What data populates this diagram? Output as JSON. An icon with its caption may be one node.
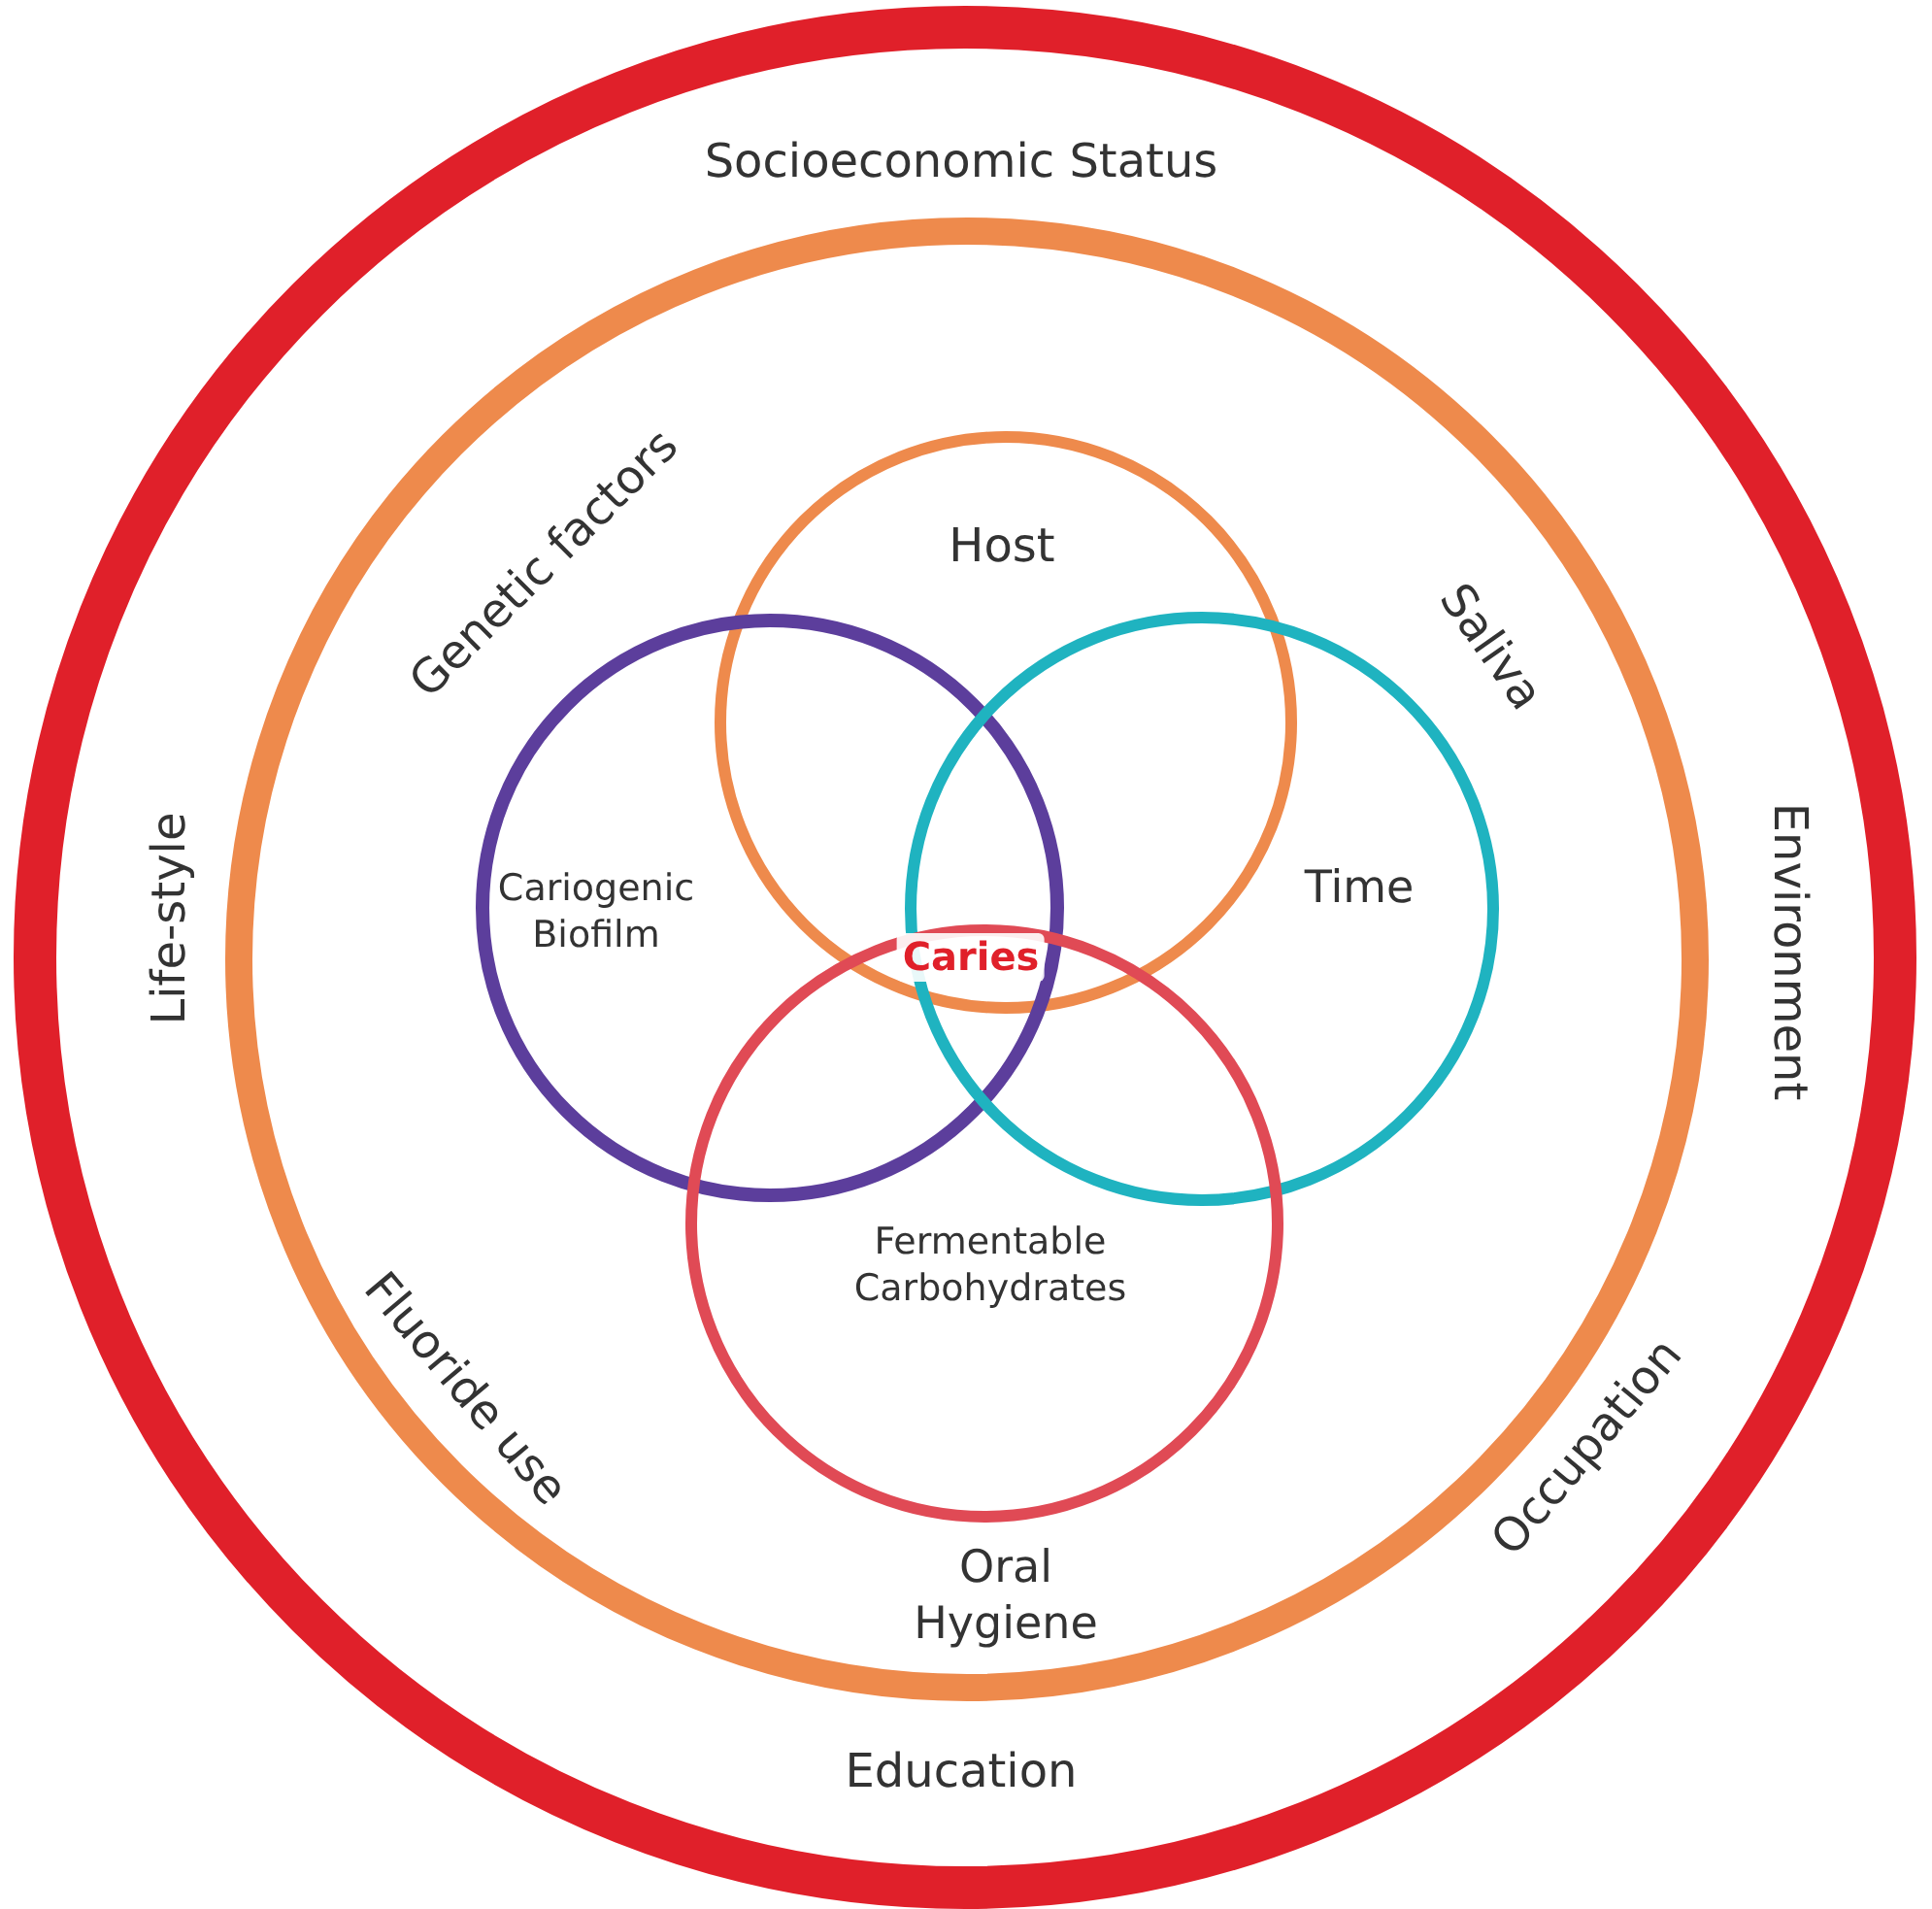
{
  "diagram": {
    "nodes": [
      {
        "text": [
          "Socioeconomic Status",
          "Life-style",
          "Environment",
          "Occupation",
          "Education"
        ]
      },
      {
        "text": [
          "Genetic factors",
          "Saliva",
          "Fluoride use",
          "Oral Hygiene"
        ],
        "in": 0
      },
      {
        "text": [
          "Host"
        ],
        "in": 1
      },
      {
        "text": [
          "Cariogenic Biofilm"
        ],
        "in": 1
      },
      {
        "text": [
          "Time"
        ],
        "in": 1
      },
      {
        "text": [
          "Fermentable Carbohydrates"
        ],
        "in": 1
      }
    ],
    "edges": [],
    "labels": [
      "Caries"
    ]
  }
}
